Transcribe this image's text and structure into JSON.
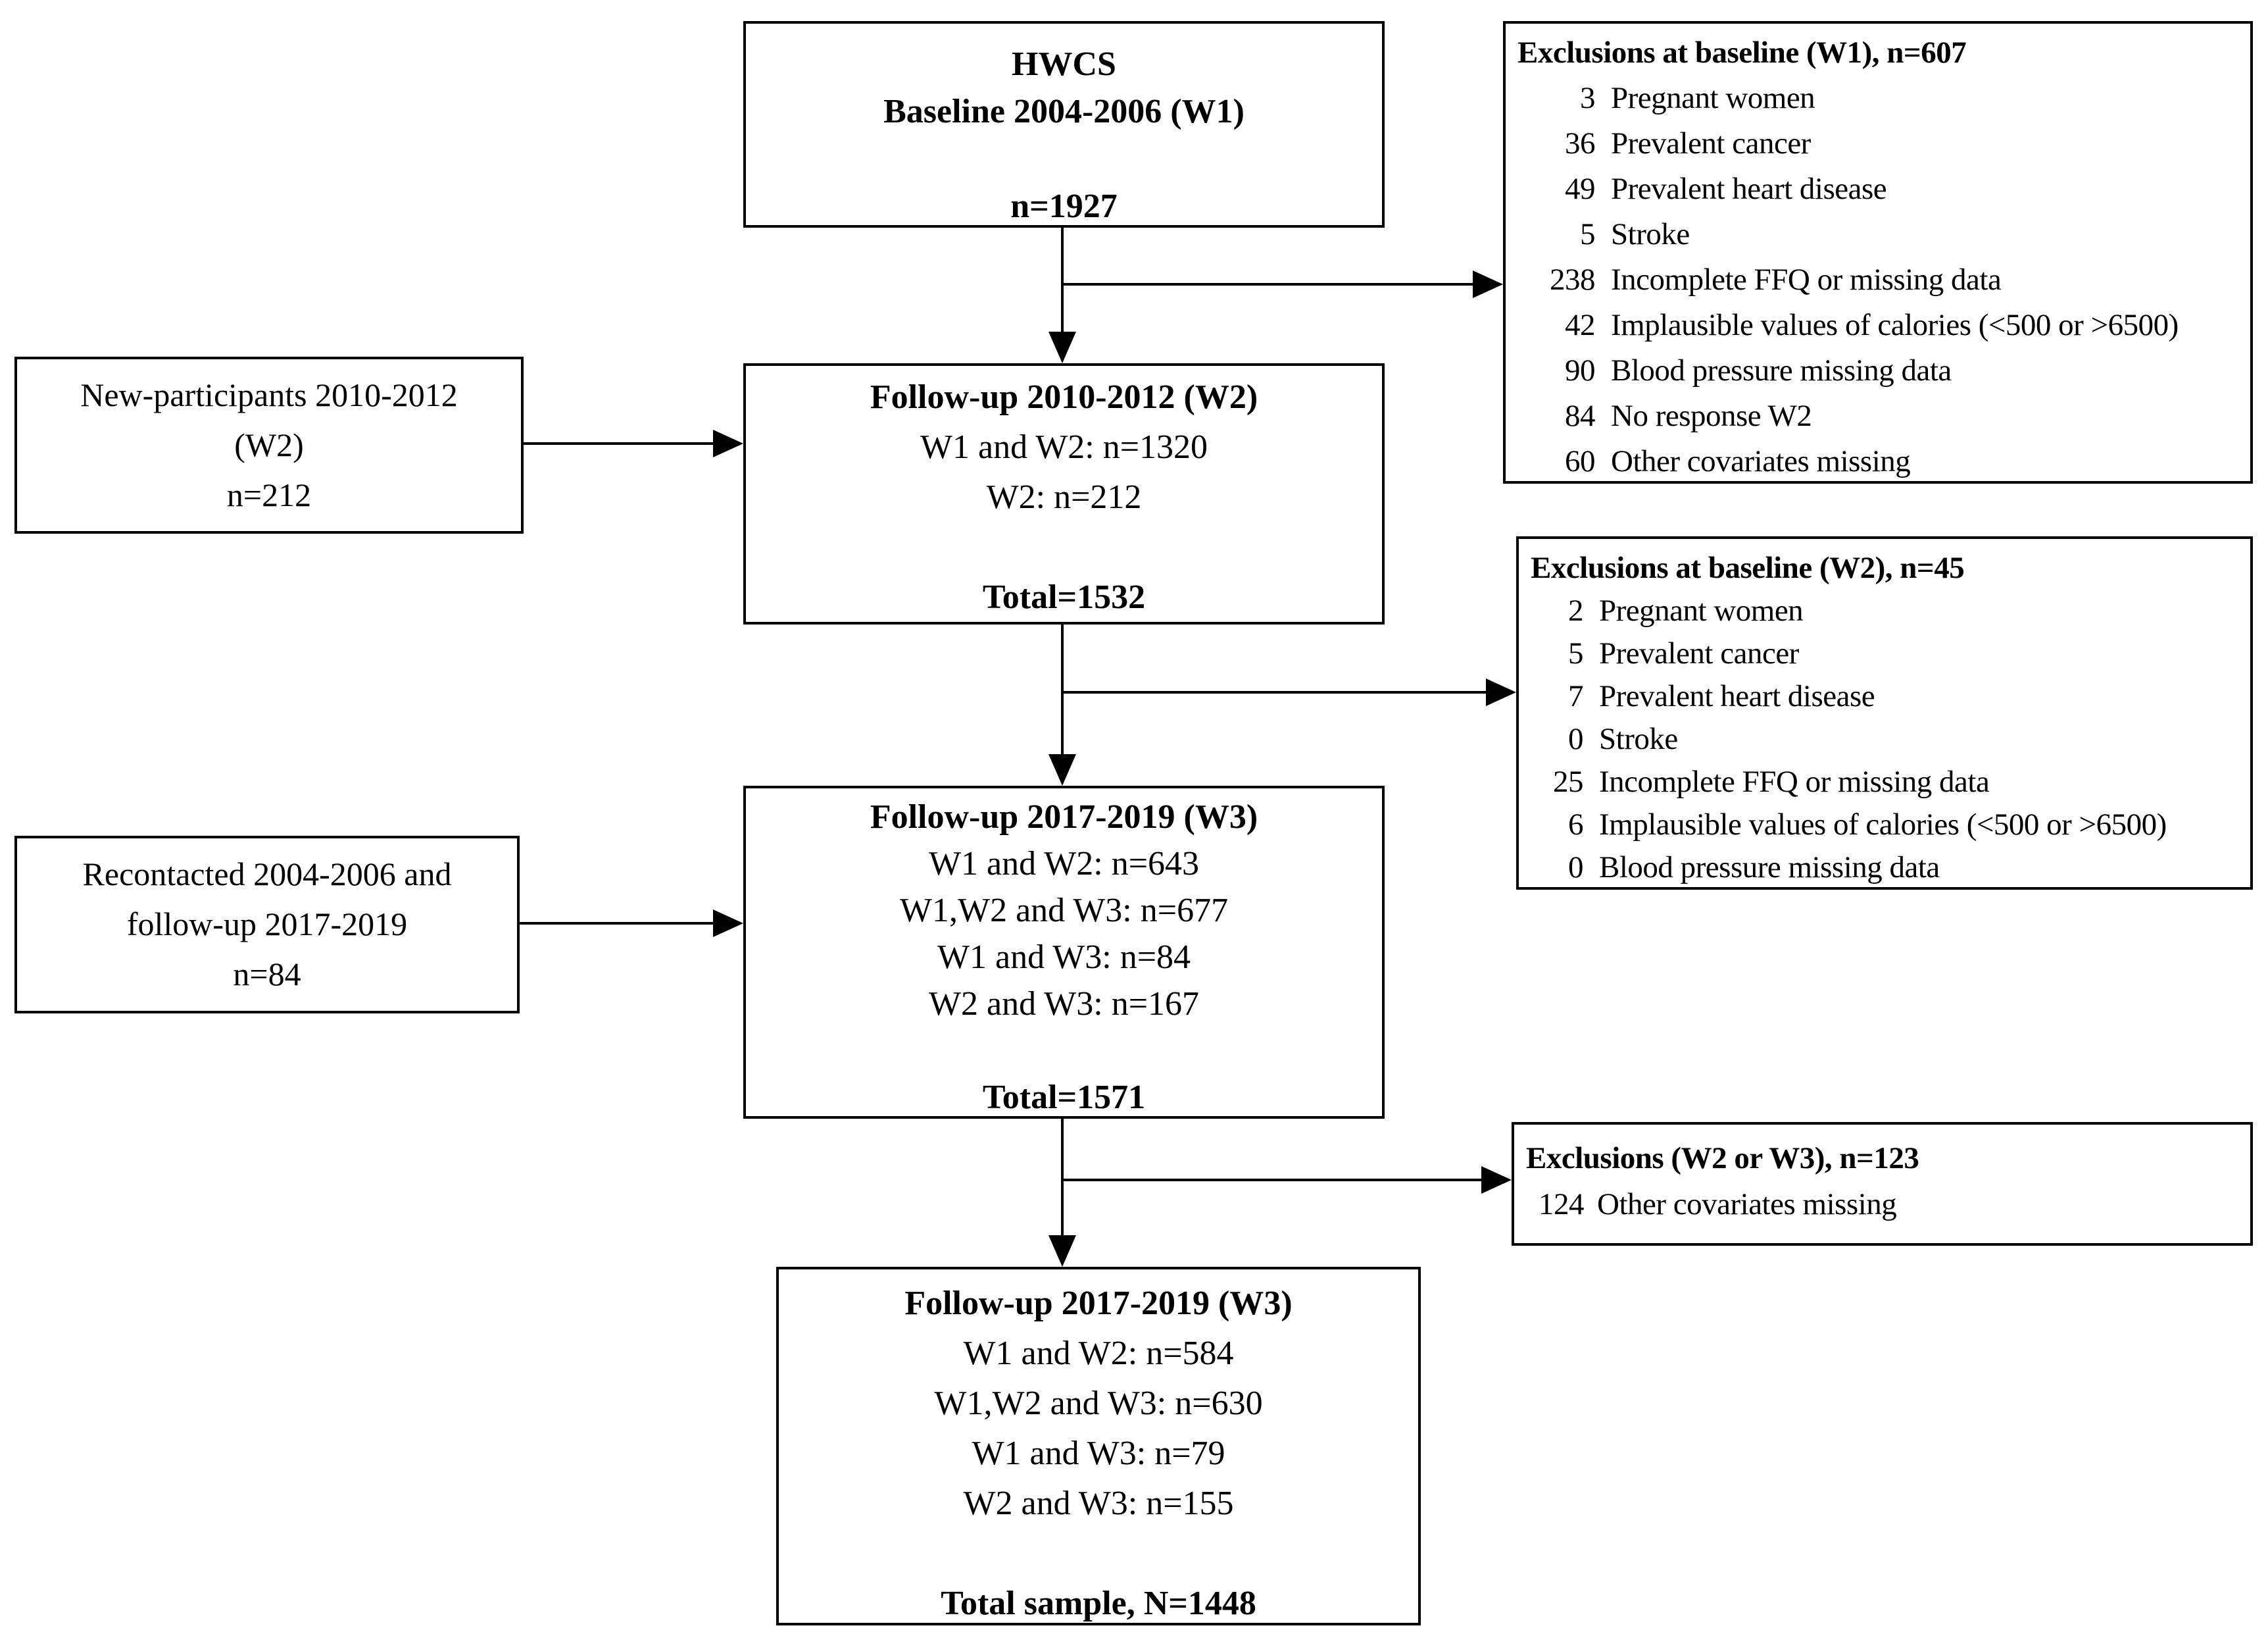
{
  "colors": {
    "background": "#ffffff",
    "line": "#000000",
    "text": "#000000"
  },
  "boxes": {
    "baseline": {
      "title_line1": "HWCS",
      "title_line2": "Baseline 2004-2006 (W1)",
      "n": "n=1927"
    },
    "new_participants": {
      "lines": [
        "New-participants 2010-2012",
        "(W2)",
        "n=212"
      ]
    },
    "followup_w2": {
      "title": "Follow-up 2010-2012 (W2)",
      "lines": [
        "W1 and W2: n=1320",
        "W2: n=212"
      ],
      "total": "Total=1532"
    },
    "recontacted": {
      "lines": [
        "Recontacted 2004-2006 and",
        "follow-up 2017-2019",
        "n=84"
      ]
    },
    "followup_w3": {
      "title": "Follow-up 2017-2019 (W3)",
      "lines": [
        "W1 and W2: n=643",
        "W1,W2 and W3: n=677",
        "W1 and W3: n=84",
        "W2 and W3: n=167"
      ],
      "total": "Total=1571"
    },
    "final_sample": {
      "title": "Follow-up 2017-2019 (W3)",
      "lines": [
        "W1 and W2: n=584",
        "W1,W2 and W3: n=630",
        "W1 and W3: n=79",
        "W2 and W3: n=155"
      ],
      "total": "Total sample, N=1448"
    },
    "exclusions_w1": {
      "header": "Exclusions at baseline (W1), n=607",
      "items": [
        {
          "n": "3",
          "label": "Pregnant women"
        },
        {
          "n": "36",
          "label": "Prevalent cancer"
        },
        {
          "n": "49",
          "label": "Prevalent heart disease"
        },
        {
          "n": "5",
          "label": "Stroke"
        },
        {
          "n": "238",
          "label": "Incomplete FFQ or missing data"
        },
        {
          "n": "42",
          "label": "Implausible values of calories (<500 or >6500)"
        },
        {
          "n": "90",
          "label": "Blood pressure missing data"
        },
        {
          "n": "84",
          "label": "No response W2"
        },
        {
          "n": "60",
          "label": "Other covariates missing"
        }
      ]
    },
    "exclusions_w2": {
      "header": "Exclusions at baseline (W2), n=45",
      "items": [
        {
          "n": "2",
          "label": "Pregnant women"
        },
        {
          "n": "5",
          "label": "Prevalent cancer"
        },
        {
          "n": "7",
          "label": "Prevalent heart disease"
        },
        {
          "n": "0",
          "label": "Stroke"
        },
        {
          "n": "25",
          "label": "Incomplete FFQ or missing data"
        },
        {
          "n": "6",
          "label": "Implausible values of calories (<500 or >6500)"
        },
        {
          "n": "0",
          "label": "Blood pressure missing data"
        }
      ]
    },
    "exclusions_w2w3": {
      "header": "Exclusions (W2 or W3), n=123",
      "items": [
        {
          "n": "124",
          "label": "Other covariates missing"
        }
      ]
    }
  }
}
